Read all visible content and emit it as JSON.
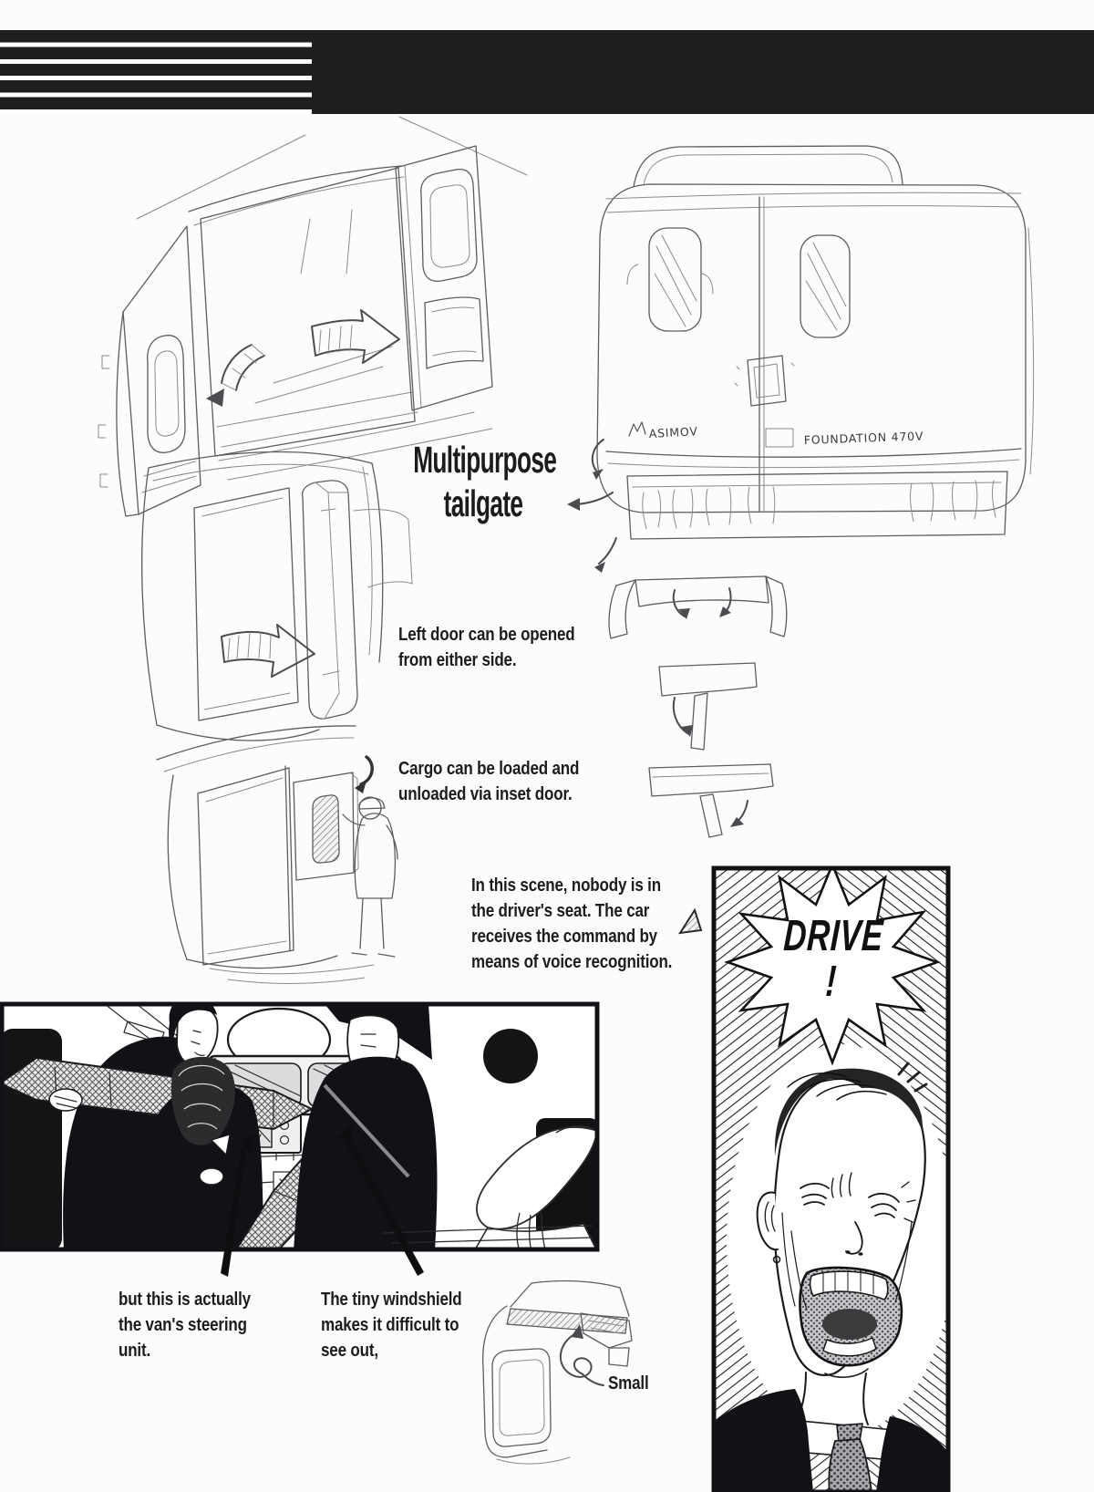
{
  "colors": {
    "paper": "#fcfcfc",
    "ink": "#1a1a1c",
    "pencil": "#5d5d60",
    "masthead": "#1f1f22"
  },
  "masthead": {
    "stripe_count": 5
  },
  "annotations": {
    "title": "Multipurpose\ntailgate",
    "left_door": "Left door can be opened\nfrom either side.",
    "cargo": "Cargo can be loaded and\nunloaded via inset door.",
    "scene": "In this scene, nobody is in\nthe driver's seat. The car\nreceives the command by\nmeans of voice recognition.",
    "steering": "but this is actually\nthe van's steering\nunit.",
    "windshield": "The tiny windshield\nmakes it difficult to\nsee out,",
    "small": "Small"
  },
  "speech_bubble": {
    "text": "DRIVE\n!"
  },
  "sketch_text": {
    "brand_left": "ASIMOV",
    "brand_right": "FOUNDATION 470V"
  }
}
